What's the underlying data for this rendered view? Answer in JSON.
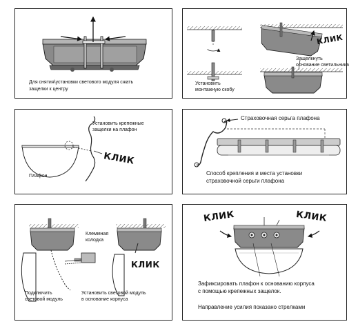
{
  "panels": {
    "p1": {
      "caption_line1": "Для снятия\\установки светового модуля сжать",
      "caption_line2": "защелки к центру"
    },
    "p2": {
      "label_install_line1": "Установить",
      "label_install_line2": "монтажную скобу",
      "label_snap_line1": "Защелкнуть",
      "label_snap_line2": "основание светильника",
      "klik": "КЛИК"
    },
    "p3": {
      "label_latches_line1": "Установить крепежные",
      "label_latches_line2": "защелки на плафон",
      "label_diffuser": "Плафон",
      "klik": "КЛИК"
    },
    "p4": {
      "label_earring": "Страховочная серьга плафона",
      "caption_line1": "Способ крепления и места установки",
      "caption_line2": "страховочной серьги плафона"
    },
    "p5": {
      "label_terminal_line1": "Клеммная",
      "label_terminal_line2": "колодка",
      "label_connect_line1": "Подключить",
      "label_connect_line2": "световой модуль",
      "label_install_line1": "Установить световой модуль",
      "label_install_line2": "в основание корпуса",
      "klik": "КЛИК"
    },
    "p6": {
      "klik_left": "КЛИК",
      "klik_right": "КЛИК",
      "caption_line1": "Зафиксировать плафон к основанию корпуса",
      "caption_line2": "с помощью крепежных защелок.",
      "caption_line3": "Направление усилия показано стрелками"
    }
  }
}
